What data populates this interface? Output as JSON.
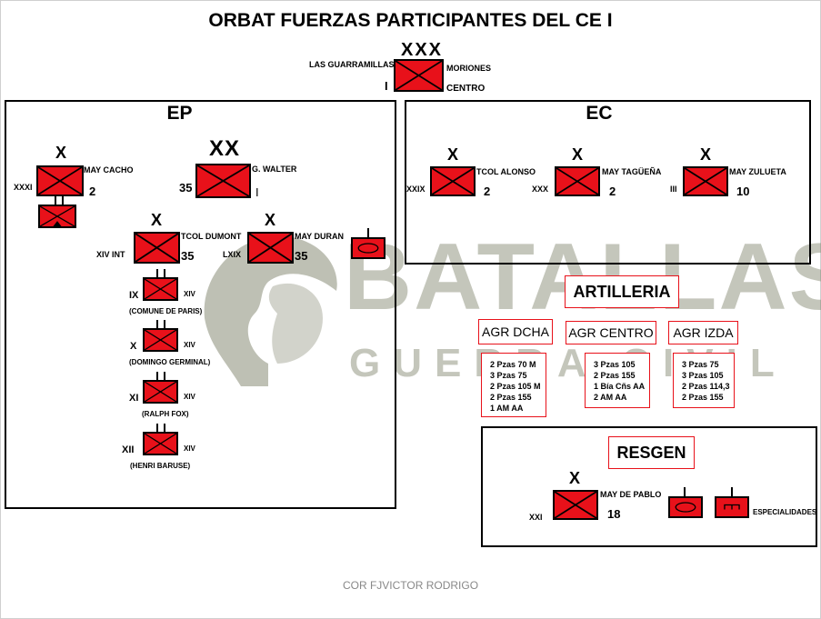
{
  "title": "ORBAT FUERZAS PARTICIPANTES DEL CE I",
  "footer": "COR FJVICTOR RODRIGO",
  "watermark": {
    "line1": "BATALLAS",
    "line2": "GUERRA CIVIL"
  },
  "colors": {
    "unit_fill": "#e8111a",
    "frame": "#000000",
    "red_border": "#e8111a",
    "watermark": "#7d8269"
  },
  "top_hq": {
    "echelon": "XXX",
    "left_label": "LAS GUARRAMILLAS",
    "designation": "I",
    "right_label_1": "MORIONES",
    "right_label_2": "CENTRO"
  },
  "ep": {
    "heading": "EP",
    "cacho": {
      "echelon": "X",
      "designation": "XXXI",
      "commander": "MAY CACHO",
      "number": "2"
    },
    "walter": {
      "echelon": "XX",
      "commander": "G. WALTER",
      "number": "35",
      "designation": "I"
    },
    "dumont": {
      "echelon": "X",
      "designation": "XIV INT",
      "commander": "TCOL DUMONT",
      "number": "35"
    },
    "duran": {
      "echelon": "X",
      "designation": "LXIX",
      "commander": "MAY DURAN",
      "number": "35"
    },
    "battalions": [
      {
        "designation": "IX",
        "parent": "XIV",
        "name": "(COMUNE DE PARIS)"
      },
      {
        "designation": "X",
        "parent": "XIV",
        "name": "(DOMINGO GERMINAL)"
      },
      {
        "designation": "XI",
        "parent": "XIV",
        "name": "(RALPH FOX)"
      },
      {
        "designation": "XII",
        "parent": "XIV",
        "name": "(HENRI BARUSE)"
      }
    ]
  },
  "ec": {
    "heading": "EC",
    "units": [
      {
        "echelon": "X",
        "designation": "XXIX",
        "commander": "TCOL ALONSO",
        "number": "2"
      },
      {
        "echelon": "X",
        "designation": "XXX",
        "commander": "MAY TAGÜEÑA",
        "number": "2"
      },
      {
        "echelon": "X",
        "designation": "III",
        "commander": "MAY ZULUETA",
        "number": "10"
      }
    ]
  },
  "artilleria": {
    "heading": "ARTILLERIA",
    "groups": [
      {
        "heading": "AGR DCHA",
        "items": [
          "2 Pzas 70 M",
          "3 Pzas 75",
          "2 Pzas 105 M",
          "2 Pzas 155",
          "1 AM AA"
        ]
      },
      {
        "heading": "AGR CENTRO",
        "items": [
          "3 Pzas 105",
          "2 Pzas 155",
          "1 Bía Cñs AA",
          "2 AM AA"
        ]
      },
      {
        "heading": "AGR IZDA",
        "items": [
          "3 Pzas 75",
          "3 Pzas 105",
          "2 Pzas 114,3",
          "2 Pzas 155"
        ]
      }
    ]
  },
  "resgen": {
    "heading": "RESGEN",
    "unit": {
      "echelon": "X",
      "designation": "XXI",
      "commander": "MAY DE PABLO",
      "number": "18"
    },
    "especialidades": "ESPECIALIDADES"
  }
}
